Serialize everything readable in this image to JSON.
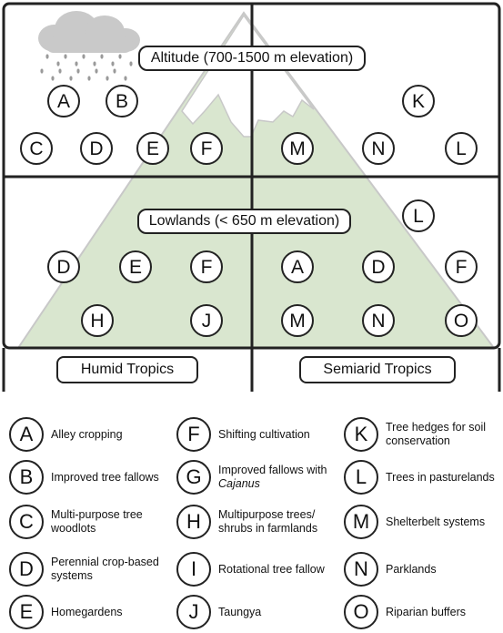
{
  "zones": {
    "altitude_label": "Altitude (700-1500 m elevation)",
    "lowlands_label": "Lowlands (< 650 m elevation)"
  },
  "regions": {
    "humid": "Humid Tropics",
    "semiarid": "Semiarid Tropics"
  },
  "markers": {
    "alt_humid": [
      "A",
      "B",
      "C",
      "D",
      "E",
      "F"
    ],
    "alt_semiarid": [
      "M",
      "K",
      "N",
      "L"
    ],
    "low_humid": [
      "D",
      "E",
      "F",
      "H",
      "J"
    ],
    "low_semiarid": [
      "L",
      "A",
      "D",
      "F",
      "M",
      "N",
      "O"
    ]
  },
  "legend": [
    {
      "letter": "A",
      "text": "Alley cropping"
    },
    {
      "letter": "B",
      "text": "Improved tree fallows"
    },
    {
      "letter": "C",
      "text": "Multi-purpose tree woodlots"
    },
    {
      "letter": "D",
      "text": "Perennial crop-based systems"
    },
    {
      "letter": "E",
      "text": "Homegardens"
    },
    {
      "letter": "F",
      "text": "Shifting cultivation"
    },
    {
      "letter": "G",
      "text": "Improved fallows with",
      "text_italic": "Cajanus"
    },
    {
      "letter": "H",
      "text": "Multipurpose trees/ shrubs in farmlands"
    },
    {
      "letter": "I",
      "text": "Rotational tree fallow"
    },
    {
      "letter": "J",
      "text": "Taungya"
    },
    {
      "letter": "K",
      "text": "Tree hedges for soil conservation"
    },
    {
      "letter": "L",
      "text": "Trees in pasturelands"
    },
    {
      "letter": "M",
      "text": "Shelterbelt systems"
    },
    {
      "letter": "N",
      "text": "Parklands"
    },
    {
      "letter": "O",
      "text": "Riparian buffers"
    }
  ],
  "colors": {
    "mountain_fill": "#d9e6cf",
    "mountain_outline": "#c8c8c8",
    "cloud": "#c9c9c9",
    "rain": "#9a9a9a",
    "frame": "#222222"
  },
  "icons": [
    "cloud-icon",
    "rain-icon",
    "mountain-icon"
  ]
}
